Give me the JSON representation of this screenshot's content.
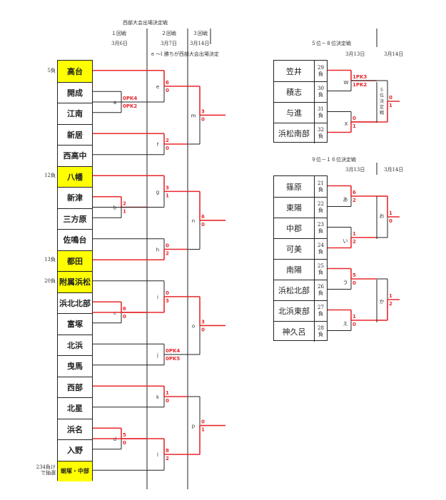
{
  "west": {
    "title": "西部大会出場決定戦",
    "rounds": [
      "１回戦",
      "２回戦",
      "３回戦"
    ],
    "dates": [
      "3月6日",
      "3月7日",
      "3月14日"
    ],
    "note": "e ～l 勝ちが西部大会出場決定",
    "teams": [
      {
        "name": "高台",
        "hl": true,
        "seed": "5負"
      },
      {
        "name": "開成",
        "hl": false
      },
      {
        "name": "江南",
        "hl": false
      },
      {
        "name": "新居",
        "hl": false
      },
      {
        "name": "西高中",
        "hl": false
      },
      {
        "name": "八幡",
        "hl": true,
        "seed": "12負"
      },
      {
        "name": "新津",
        "hl": false
      },
      {
        "name": "三方原",
        "hl": false
      },
      {
        "name": "佐鳴台",
        "hl": false
      },
      {
        "name": "都田",
        "hl": true,
        "seed": "13負"
      },
      {
        "name": "附属浜松",
        "hl": true,
        "seed": "20負"
      },
      {
        "name": "浜北北部",
        "hl": false
      },
      {
        "name": "富塚",
        "hl": false
      },
      {
        "name": "北浜",
        "hl": false
      },
      {
        "name": "曳馬",
        "hl": false
      },
      {
        "name": "西部",
        "hl": false
      },
      {
        "name": "北星",
        "hl": false
      },
      {
        "name": "浜名",
        "hl": false
      },
      {
        "name": "入野",
        "hl": false
      },
      {
        "name": "蜆塚・中部",
        "hl": true,
        "seed": "234負け\nで抽選"
      }
    ],
    "matches": [
      {
        "letter": "a",
        "s1": "0PK4",
        "s2": "0PK2"
      },
      {
        "letter": "b",
        "s1": "2",
        "s2": "1"
      },
      {
        "letter": "c",
        "s1": "6",
        "s2": "0"
      },
      {
        "letter": "d",
        "s1": "5",
        "s2": "0"
      },
      {
        "letter": "e",
        "s1": "6",
        "s2": "0"
      },
      {
        "letter": "f",
        "s1": "2",
        "s2": "0"
      },
      {
        "letter": "g",
        "s1": "3",
        "s2": "1"
      },
      {
        "letter": "h",
        "s1": "0",
        "s2": "2"
      },
      {
        "letter": "i",
        "s1": "0",
        "s2": "3"
      },
      {
        "letter": "j",
        "s1": "0PK4",
        "s2": "0PK5"
      },
      {
        "letter": "k",
        "s1": "1",
        "s2": "0"
      },
      {
        "letter": "l",
        "s1": "8",
        "s2": "2"
      },
      {
        "letter": "m",
        "s1": "3",
        "s2": "0"
      },
      {
        "letter": "n",
        "s1": "6",
        "s2": "0"
      },
      {
        "letter": "o",
        "s1": "3",
        "s2": "0"
      },
      {
        "letter": "p",
        "s1": "0",
        "s2": "1"
      }
    ]
  },
  "place5": {
    "title": "５位－８位決定戦",
    "dates": [
      "3月13日",
      "3月14日"
    ],
    "final_label": "５位決定戦",
    "teams": [
      {
        "name": "笠井",
        "label": "29負"
      },
      {
        "name": "積志",
        "label": "30負"
      },
      {
        "name": "与進",
        "label": "31負"
      },
      {
        "name": "浜松南部",
        "label": "32負"
      }
    ],
    "matches": [
      {
        "letter": "W",
        "s1": "1PK3",
        "s2": "1PK2"
      },
      {
        "letter": "X",
        "s1": "0",
        "s2": "1"
      },
      {
        "letter": "",
        "s1": "0",
        "s2": "1"
      }
    ]
  },
  "place9": {
    "title": "９位－１６位決定戦",
    "dates": [
      "3月13日",
      "3月14日"
    ],
    "teams": [
      {
        "name": "篠原",
        "label": "21負"
      },
      {
        "name": "東陽",
        "label": "22負"
      },
      {
        "name": "中郡",
        "label": "23負"
      },
      {
        "name": "可美",
        "label": "24負"
      },
      {
        "name": "南陽",
        "label": "25負"
      },
      {
        "name": "浜松北部",
        "label": "26負"
      },
      {
        "name": "北浜東部",
        "label": "27負"
      },
      {
        "name": "神久呂",
        "label": "28負"
      }
    ],
    "matches": [
      {
        "letter": "あ",
        "s1": "6",
        "s2": "2"
      },
      {
        "letter": "い",
        "s1": "1",
        "s2": "2"
      },
      {
        "letter": "う",
        "s1": "5",
        "s2": "0"
      },
      {
        "letter": "え",
        "s1": "1",
        "s2": "0"
      },
      {
        "letter": "お",
        "s1": "1",
        "s2": "0"
      },
      {
        "letter": "か",
        "s1": "1",
        "s2": "2"
      }
    ]
  },
  "colors": {
    "highlight": "#ffff00",
    "winner_line": "#e8282d",
    "line": "#222222"
  }
}
